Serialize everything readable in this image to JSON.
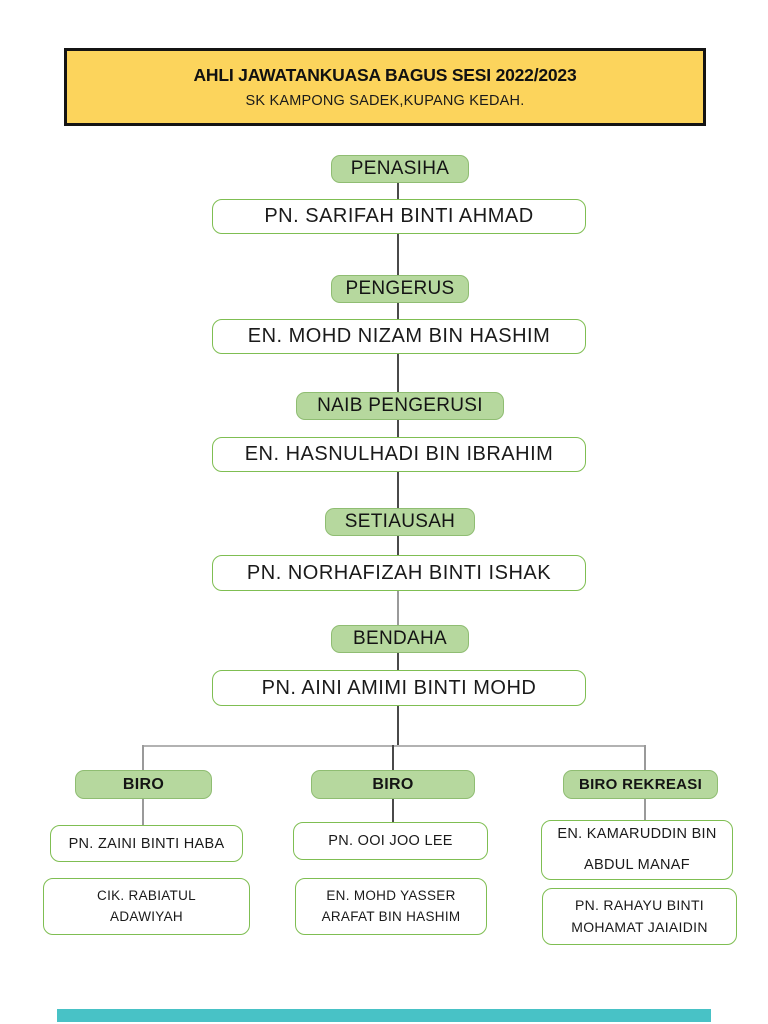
{
  "header": {
    "title": "AHLI JAWATANKUASA BAGUS SESI 2022/2023",
    "subtitle": "SK KAMPONG SADEK,KUPANG KEDAH.",
    "bg_color": "#fcd45c",
    "border_color": "#141414"
  },
  "org_chart": {
    "levels": [
      {
        "role": "PENASIHA",
        "name": "PN. SARIFAH BINTI AHMAD"
      },
      {
        "role": "PENGERUS",
        "name": "EN. MOHD NIZAM BIN HASHIM"
      },
      {
        "role": "NAIB PENGERUSI",
        "name": "EN. HASNULHADI BIN IBRAHIM"
      },
      {
        "role": "SETIAUSAH",
        "name": "PN. NORHAFIZAH BINTI ISHAK"
      },
      {
        "role": "BENDAHA",
        "name": "PN. AINI AMIMI BINTI MOHD"
      }
    ],
    "branches": [
      {
        "role": "BIRO",
        "members": [
          {
            "lines": [
              "PN. ZAINI BINTI HABA"
            ]
          },
          {
            "lines": [
              "CIK. RABIATUL",
              "ADAWIYAH"
            ]
          }
        ]
      },
      {
        "role": "BIRO",
        "members": [
          {
            "lines": [
              "PN. OOI JOO LEE"
            ]
          },
          {
            "lines": [
              "EN. MOHD YASSER",
              "ARAFAT BIN HASHIM"
            ]
          }
        ]
      },
      {
        "role": "BIRO REKREASI",
        "members": [
          {
            "lines": [
              "EN. KAMARUDDIN BIN",
              "ABDUL MANAF"
            ]
          },
          {
            "lines": [
              "PN. RAHAYU BINTI",
              "MOHAMAT JAIAIDIN"
            ]
          }
        ]
      }
    ],
    "colors": {
      "role_fill": "#b6d89e",
      "role_border": "#8fbd72",
      "member_border": "#7fbe52",
      "connector_dark": "#4a4a4a",
      "connector_light": "#9a9a9a"
    }
  },
  "footer": {
    "bar_color": "#48c2c6"
  }
}
